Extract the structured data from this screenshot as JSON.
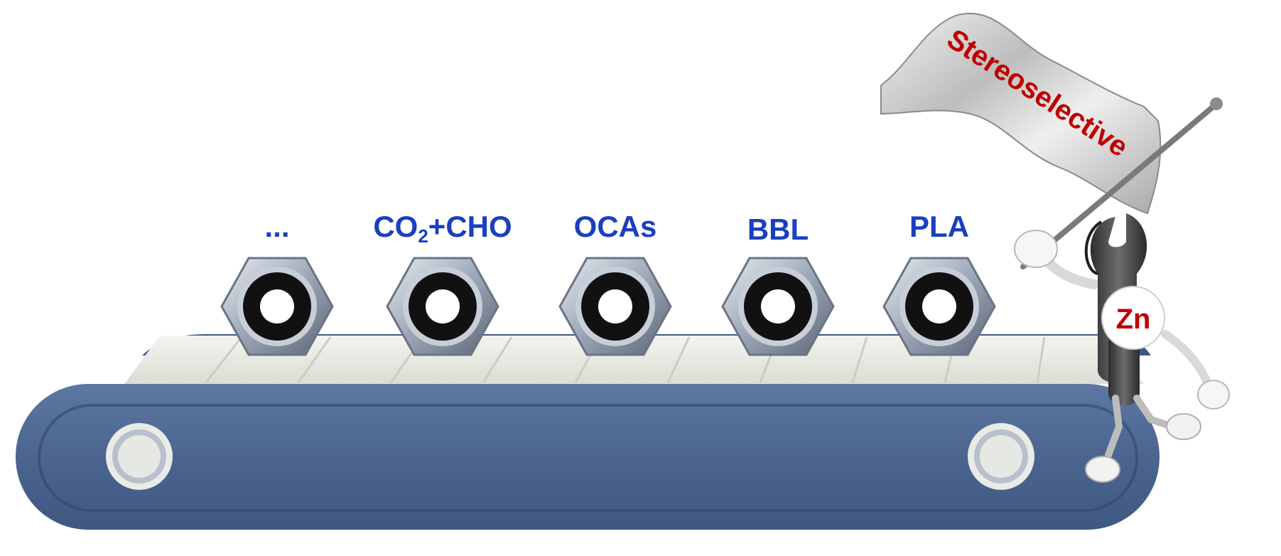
{
  "labels": {
    "item1": "...",
    "item2_main": "CO",
    "item2_sub": "2",
    "item2_rest": "+CHO",
    "item3": "OCAs",
    "item4": "BBL",
    "item5": "PLA"
  },
  "flag": {
    "text": "Stereoselective"
  },
  "wrench": {
    "text": "Zn"
  },
  "colors": {
    "label": "#1a3fc0",
    "flag_text": "#c00000",
    "belt": "#4f6791",
    "belt_top": "#ecefe7"
  }
}
